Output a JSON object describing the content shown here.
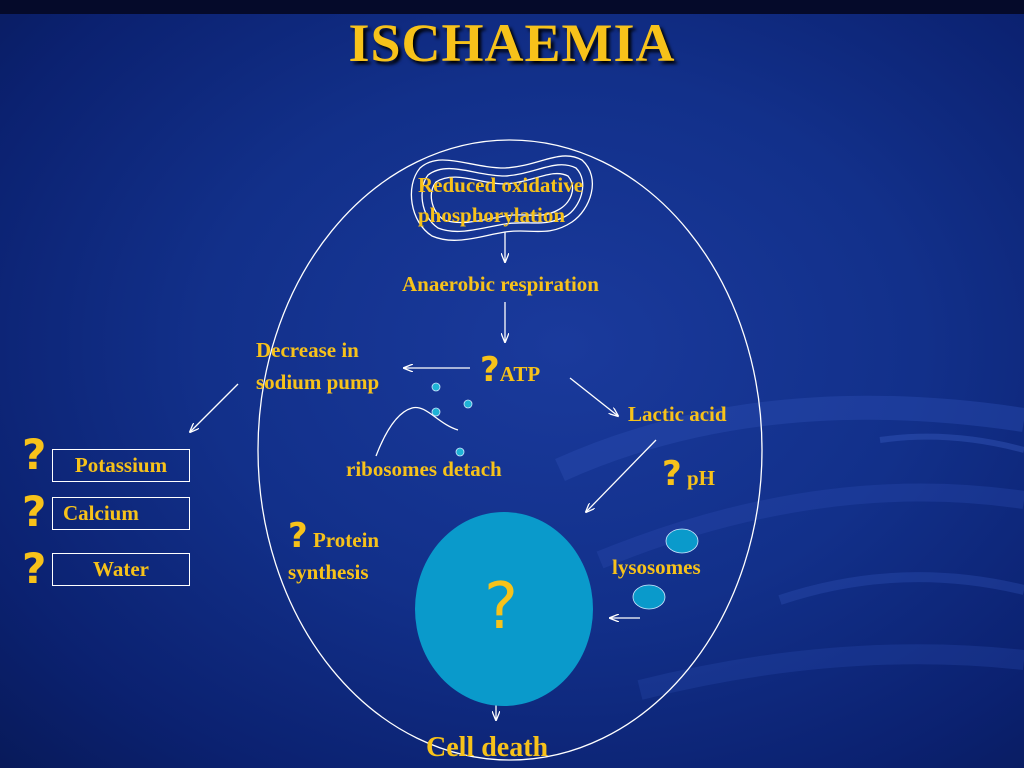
{
  "title": "ISCHAEMIA",
  "labels": {
    "oxidative_line1": "Reduced oxidative",
    "oxidative_line2": "phosphorylation",
    "anaerobic": "Anaerobic respiration",
    "atp_marker": "?",
    "atp": "ATP",
    "sodium_line1": "Decrease in",
    "sodium_line2": "sodium pump",
    "lactic": "Lactic acid",
    "ph_marker": "?",
    "ph": "pH",
    "ribosomes": "ribosomes detach",
    "protein_marker": "?",
    "protein_line1": "Protein",
    "protein_line2": "synthesis",
    "lysosomes": "lysosomes",
    "nucleus_marker": "?",
    "cell_death": "Cell death"
  },
  "ions": [
    {
      "marker": "?",
      "label": "Potassium"
    },
    {
      "marker": "?",
      "label": "Calcium"
    },
    {
      "marker": "?",
      "label": "Water"
    }
  ],
  "colors": {
    "text": "#f7c21a",
    "background": "#12308a",
    "lines": "#ffffff",
    "organelle": "#0a9acb"
  }
}
